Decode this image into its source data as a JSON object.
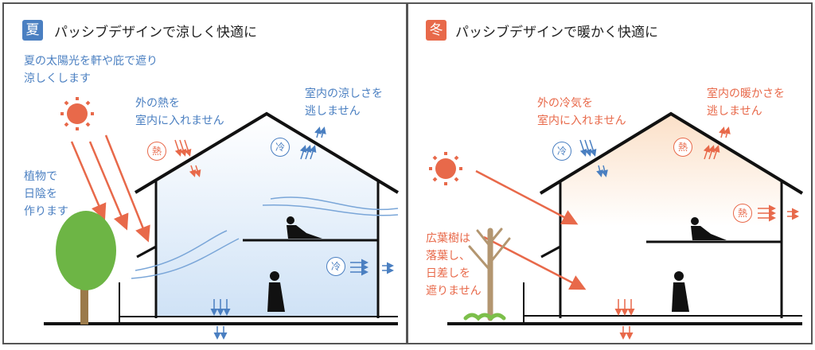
{
  "summer": {
    "badge": "夏",
    "title": "パッシブデザインで涼しく快適に",
    "sun_note": [
      "夏の太陽光を軒や庇で遮り",
      "涼しくします"
    ],
    "heat_note": [
      "外の熱を",
      "室内に入れません"
    ],
    "cool_note": [
      "室内の涼しさを",
      "逃しません"
    ],
    "plant_note": [
      "植物で",
      "日陰を",
      "作ります"
    ],
    "heat_icon": "熱",
    "cold_icon": "冷"
  },
  "winter": {
    "badge": "冬",
    "title": "パッシブデザインで暖かく快適に",
    "cold_note": [
      "外の冷気を",
      "室内に入れません"
    ],
    "warm_note": [
      "室内の暖かさを",
      "逃しません"
    ],
    "tree_note": [
      "広葉樹は",
      "落葉し、",
      "日差しを",
      "遮りません"
    ],
    "heat_icon": "熱",
    "cold_icon": "冷"
  },
  "colors": {
    "blue": "#4a7fc1",
    "orange": "#e8694a",
    "summer_fill": "#dceaf8",
    "winter_fill": "#fde7d2"
  }
}
